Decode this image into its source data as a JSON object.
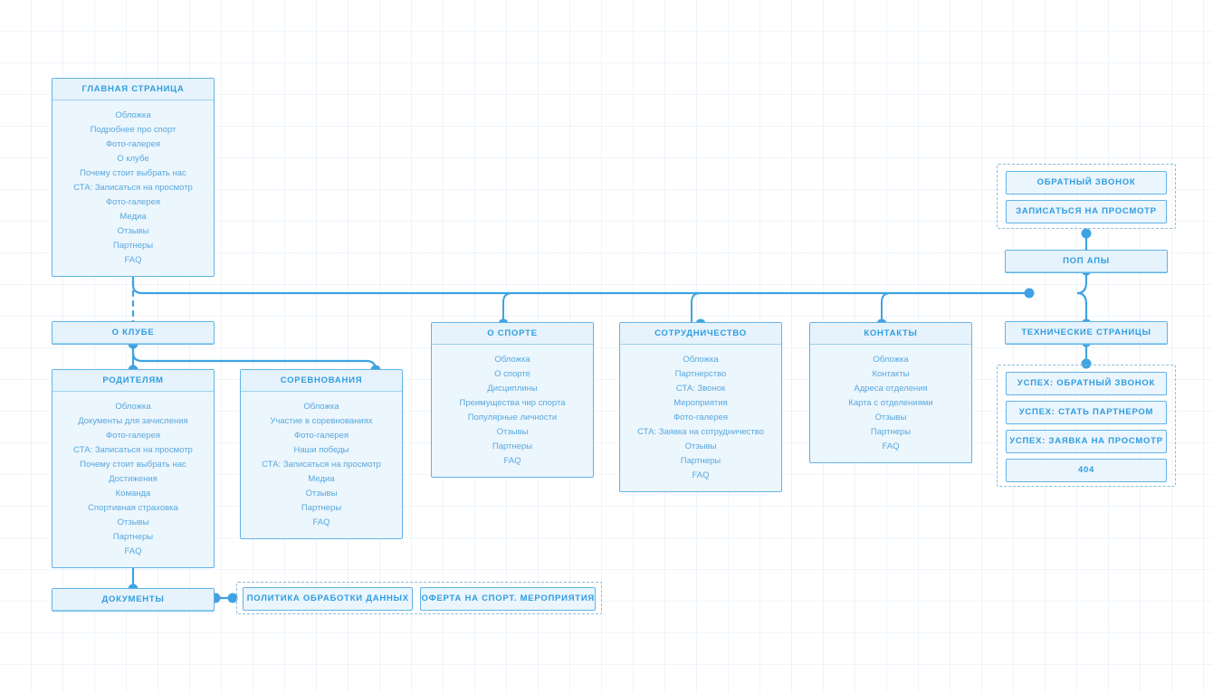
{
  "meta": {
    "title": "Карта сайта — спортивный клуб",
    "accent": "#2f9de0",
    "node_border": "#63b3e8",
    "node_fill": "#ecf6fd",
    "group_border": "#8fbdd8",
    "item_text": "#58a8dd",
    "grid_color": "#e8f2fa"
  },
  "nodes": {
    "main_page": {
      "title": "ГЛАВНАЯ СТРАНИЦА",
      "items": [
        "Обложка",
        "Подробнее про спорт",
        "Фото-галерея",
        "О клубе",
        "Почему стоит выбрать нас",
        "СТА: Записаться на просмотр",
        "Фото-галерея",
        "Медиа",
        "Отзывы",
        "Партнеры",
        "FAQ"
      ]
    },
    "about_club": {
      "title": "О КЛУБЕ",
      "items": []
    },
    "parents": {
      "title": "РОДИТЕЛЯМ",
      "items": [
        "Обложка",
        "Документы для зачисления",
        "Фото-галерея",
        "СТА: Записаться на просмотр",
        "Почему стоит выбрать нас",
        "Достижения",
        "Команда",
        "Спортивная страховка",
        "Отзывы",
        "Партнеры",
        "FAQ"
      ]
    },
    "competitions": {
      "title": "СОРЕВНОВАНИЯ",
      "items": [
        "Обложка",
        "Участие в соревнованиях",
        "Фото-галерея",
        "Наши победы",
        "СТА: Записаться на просмотр",
        "Медиа",
        "Отзывы",
        "Партнеры",
        "FAQ"
      ]
    },
    "about_sport": {
      "title": "О СПОРТЕ",
      "items": [
        "Обложка",
        "О спорте",
        "Дисциплины",
        "Преимущества чир спорта",
        "Популярные личности",
        "Отзывы",
        "Партнеры",
        "FAQ"
      ]
    },
    "cooperation": {
      "title": "СОТРУДНИЧЕСТВО",
      "items": [
        "Обложка",
        "Партнерство",
        "СТА: Звонок",
        "Мероприятия",
        "Фото-галерея",
        "СТА: Заявка на сотрудничество",
        "Отзывы",
        "Партнеры",
        "FAQ"
      ]
    },
    "contacts": {
      "title": "КОНТАКТЫ",
      "items": [
        "Обложка",
        "Контакты",
        "Адреса отделения",
        "Карта с отделениями",
        "Отзывы",
        "Партнеры",
        "FAQ"
      ]
    },
    "documents": {
      "title": "ДОКУМЕНТЫ",
      "items": []
    },
    "popups": {
      "title": "ПОП АПЫ",
      "items": []
    },
    "technical_pages": {
      "title": "ТЕХНИЧЕСКИЕ СТРАНИЦЫ",
      "items": []
    }
  },
  "groups": {
    "popup_group": {
      "items": [
        {
          "title": "ОБРАТНЫЙ ЗВОНОК"
        },
        {
          "title": "ЗАПИСАТЬСЯ НА ПРОСМОТР"
        }
      ]
    },
    "technical_group": {
      "items": [
        {
          "title": "УСПЕХ: ОБРАТНЫЙ ЗВОНОК"
        },
        {
          "title": "УСПЕХ: СТАТЬ ПАРТНЕРОМ"
        },
        {
          "title": "УСПЕХ: ЗАЯВКА НА ПРОСМОТР"
        },
        {
          "title": "404"
        }
      ]
    },
    "documents_group": {
      "items": [
        {
          "title": "ПОЛИТИКА ОБРАБОТКИ ДАННЫХ"
        },
        {
          "title": "ОФЕРТА НА СПОРТ. МЕРОПРИЯТИЯ"
        }
      ]
    }
  }
}
